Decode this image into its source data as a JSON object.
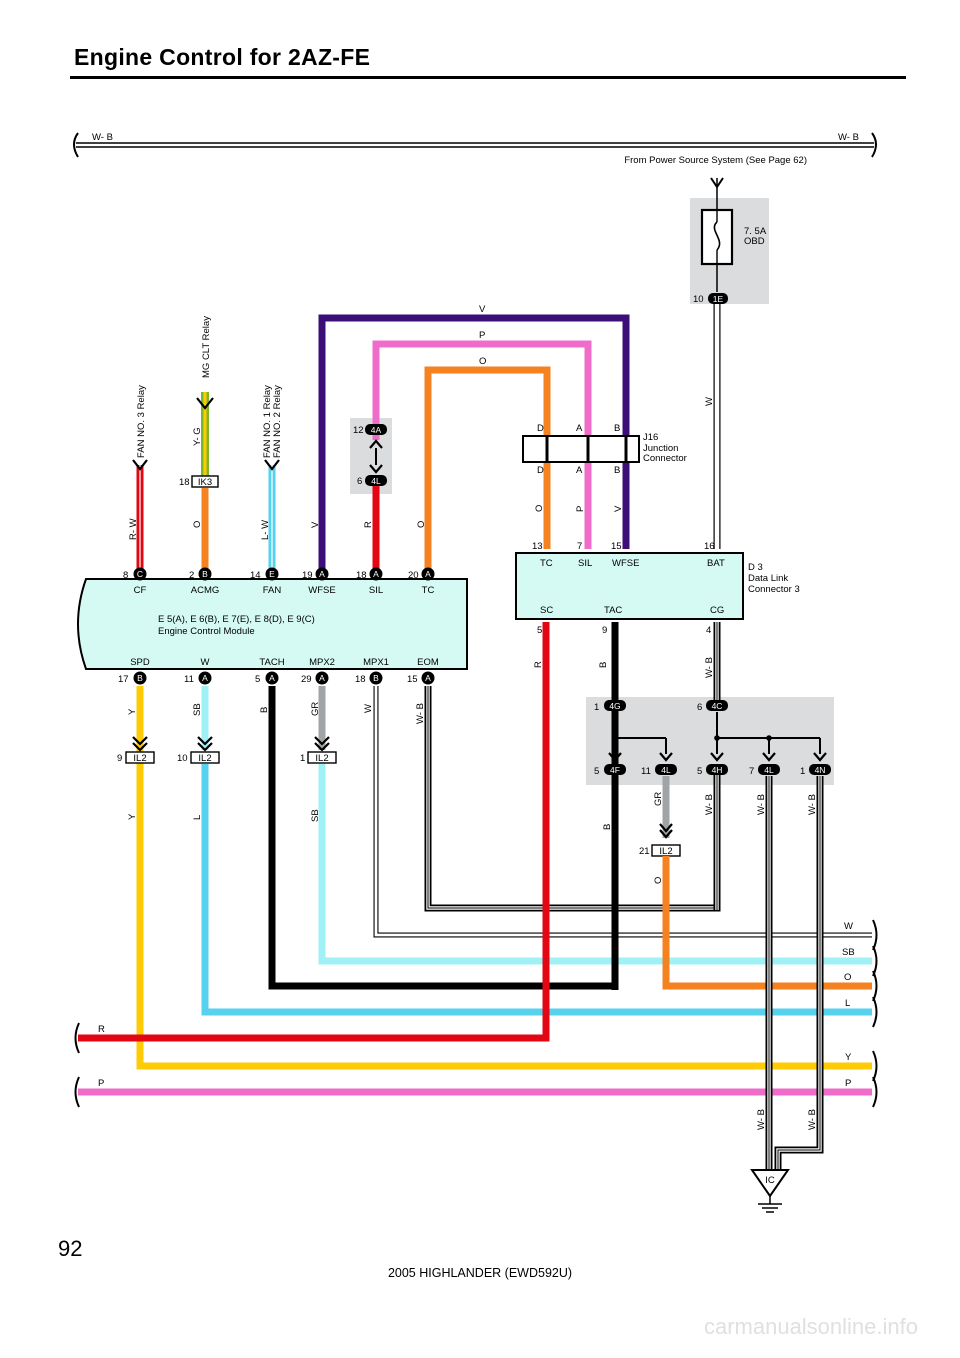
{
  "page": {
    "title": "Engine Control for 2AZ-FE",
    "page_number": "92",
    "footer": "2005 HIGHLANDER (EWD592U)",
    "watermark": "carmanualsonline.info"
  },
  "power_bus": {
    "left_label": "W- B",
    "right_label": "W- B",
    "source_note": "From Power Source System (See Page 62)"
  },
  "fuse": {
    "rating": "7. 5A",
    "name": "OBD",
    "pin": "10",
    "connector": "1E"
  },
  "ecm": {
    "designation": "E 5(A), E 6(B), E 7(E), E 8(D), E 9(C)",
    "name": "Engine Control Module",
    "top_pins": [
      {
        "num": "8",
        "conn": "C",
        "label": "CF"
      },
      {
        "num": "2",
        "conn": "B",
        "label": "ACMG"
      },
      {
        "num": "14",
        "conn": "E",
        "label": "FAN"
      },
      {
        "num": "19",
        "conn": "A",
        "label": "WFSE"
      },
      {
        "num": "18",
        "conn": "A",
        "label": "SIL"
      },
      {
        "num": "20",
        "conn": "A",
        "label": "TC"
      }
    ],
    "bottom_pins": [
      {
        "num": "17",
        "conn": "B",
        "label": "SPD"
      },
      {
        "num": "11",
        "conn": "A",
        "label": "W"
      },
      {
        "num": "5",
        "conn": "A",
        "label": "TACH"
      },
      {
        "num": "29",
        "conn": "A",
        "label": "MPX2"
      },
      {
        "num": "18",
        "conn": "B",
        "label": "MPX1"
      },
      {
        "num": "15",
        "conn": "A",
        "label": "EOM"
      }
    ]
  },
  "dlc": {
    "designation": "D 3",
    "name_line1": "Data Link",
    "name_line2": "Connector 3",
    "top_pins": [
      {
        "num": "13",
        "label": "TC"
      },
      {
        "num": "7",
        "label": "SIL"
      },
      {
        "num": "15",
        "label": "WFSE"
      },
      {
        "num": "16",
        "label": "BAT"
      }
    ],
    "bottom_pins": [
      {
        "num": "5",
        "label": "SC"
      },
      {
        "num": "9",
        "label": "TAC"
      },
      {
        "num": "4",
        "label": "CG"
      }
    ]
  },
  "junction": {
    "designation": "J16",
    "name_line1": "Junction",
    "name_line2": "Connector",
    "top_letters": [
      "D",
      "A",
      "B"
    ],
    "bottom_letters": [
      "D",
      "A",
      "B"
    ]
  },
  "relays": {
    "fan3": "FAN NO. 3 Relay",
    "mgclt": "MG CLT Relay",
    "fan1": "FAN NO. 1 Relay",
    "fan2": "FAN NO. 2 Relay"
  },
  "connectors": {
    "ik3": {
      "pin": "18",
      "name": "IK3"
    },
    "c4a": {
      "pin": "12",
      "name": "4A"
    },
    "c4l_top": {
      "pin": "6",
      "name": "4L"
    },
    "il2_spd": {
      "pin": "9",
      "name": "IL2"
    },
    "il2_w": {
      "pin": "10",
      "name": "IL2"
    },
    "il2_mpx": {
      "pin": "1",
      "name": "IL2"
    },
    "il2_gr": {
      "pin": "21",
      "name": "IL2"
    },
    "c4g": {
      "pin": "1",
      "name": "4G"
    },
    "c4c": {
      "pin": "6",
      "name": "4C"
    },
    "c4f": {
      "pin": "5",
      "name": "4F"
    },
    "c4l_a": {
      "pin": "11",
      "name": "4L"
    },
    "c4h": {
      "pin": "5",
      "name": "4H"
    },
    "c4l_b": {
      "pin": "7",
      "name": "4L"
    },
    "c4n": {
      "pin": "1",
      "name": "4N"
    },
    "ground": "IC"
  },
  "wire_labels": {
    "rw": "R- W",
    "yg": "Y- G",
    "o_acmg": "O",
    "lw": "L- W",
    "v_wfse": "V",
    "r_sil": "R",
    "o_tc": "O",
    "v_top": "V",
    "p_top": "P",
    "o_top": "O",
    "o_dlc": "O",
    "p_dlc": "P",
    "v_dlc": "V",
    "w_bat": "W",
    "y_spd": "Y",
    "sb_w": "SB",
    "b_tach": "B",
    "gr_mpx2": "GR",
    "w_mpx1": "W",
    "wb_eom": "W- B",
    "y_low": "Y",
    "l_low": "L",
    "sb_low": "SB",
    "r_sc": "R",
    "b_tac": "B",
    "wb_cg": "W- B",
    "gr_4l": "GR",
    "b_4f": "B",
    "wb_4h": "W- B",
    "wb_4l": "W- B",
    "wb_4n": "W- B",
    "o_il2": "O",
    "wb_gnd1": "W- B",
    "wb_gnd2": "W- B"
  },
  "right_outputs": [
    "W",
    "SB",
    "O",
    "L",
    "Y",
    "P"
  ],
  "left_outputs": [
    "R",
    "P"
  ],
  "colors": {
    "red": "#e30613",
    "yellow": "#ffcb05",
    "pink": "#f06ccb",
    "orange": "#f58220",
    "violet": "#3b0e78",
    "sky": "#9ff1f6",
    "lightblue": "#56d1ee",
    "gray": "#a0a4a6",
    "black": "#000000",
    "ecm_fill": "#d5faf4",
    "zone": "#dadcdd",
    "green": "#78b82a"
  }
}
